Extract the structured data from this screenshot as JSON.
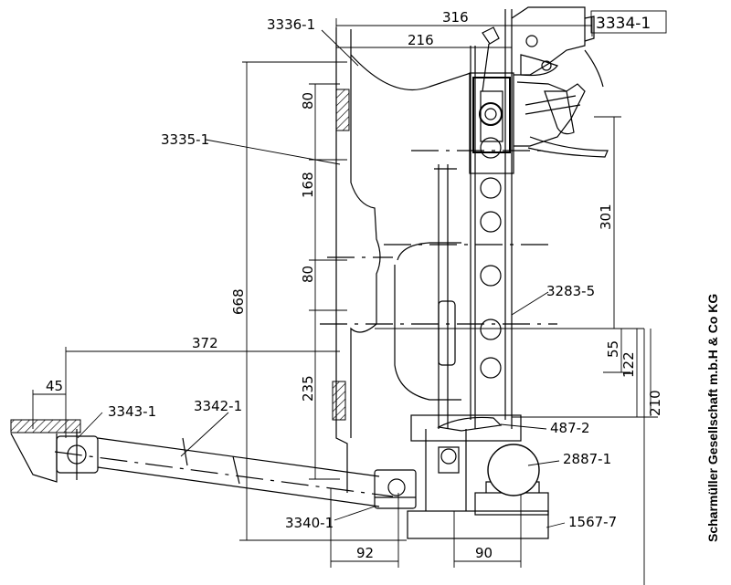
{
  "copyright": "Scharmüller Gesellschaft m.b.H & Co KG",
  "part_labels": {
    "p3336": "3336-1",
    "p3334": "3334-1",
    "p3335": "3335-1",
    "p3283": "3283-5",
    "p3343": "3343-1",
    "p3342": "3342-1",
    "p487": "487-2",
    "p2887": "2887-1",
    "p3340": "3340-1",
    "p1567": "1567-7"
  },
  "dimensions": {
    "d316": "316",
    "d216": "216",
    "d80a": "80",
    "d168": "168",
    "d668": "668",
    "d80b": "80",
    "d235": "235",
    "d372": "372",
    "d45": "45",
    "d301": "301",
    "d55": "55",
    "d122": "122",
    "d210": "210",
    "d92": "92",
    "d90": "90"
  }
}
